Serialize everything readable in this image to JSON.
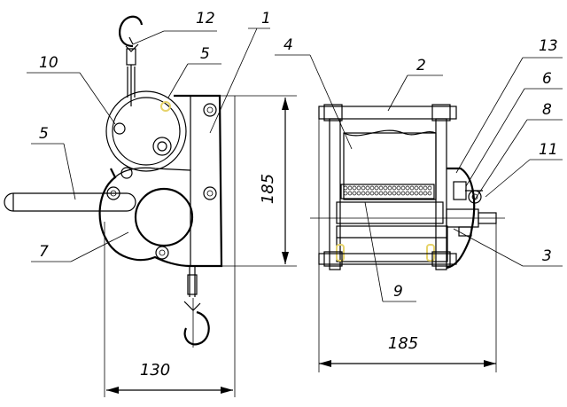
{
  "drawing": {
    "callouts": {
      "c1": "1",
      "c2": "2",
      "c3": "3",
      "c4": "4",
      "c5a": "5",
      "c5b": "5",
      "c6": "6",
      "c7": "7",
      "c8": "8",
      "c9": "9",
      "c10": "10",
      "c11": "11",
      "c12": "12",
      "c13": "13"
    },
    "dimensions": {
      "height": "185",
      "width_side": "130",
      "width_front": "185"
    },
    "colors": {
      "line": "#000000",
      "highlight": "#e6d36a",
      "background": "#ffffff"
    }
  }
}
